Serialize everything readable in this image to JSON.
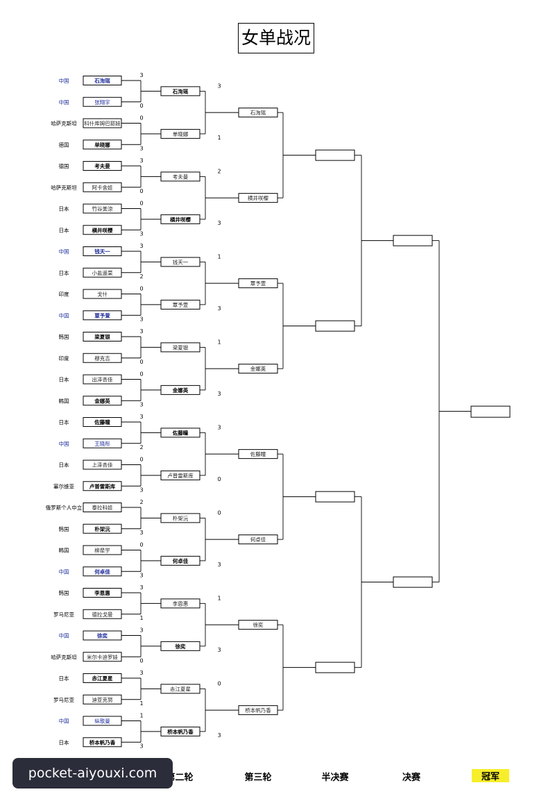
{
  "title": "女单战况",
  "colors": {
    "line": "#000000",
    "blue": "#1a2a9a",
    "champion_highlight": "#f7ee2b"
  },
  "round_labels": {
    "round2": "第二轮",
    "round3": "第三轮",
    "semifinal": "半决赛",
    "final": "决赛",
    "champion": "冠军"
  },
  "watermark": "pocket-aiyouxi.com",
  "round1": [
    {
      "country": "中国",
      "country_blue": true,
      "name": "石洵瑶",
      "style": "bold-blue",
      "score": "3"
    },
    {
      "country": "中国",
      "country_blue": true,
      "name": "张翔宇",
      "style": "blue",
      "score": "0"
    },
    {
      "country": "哈萨克斯坦",
      "country_blue": false,
      "name": "科什库姆巴耶娃",
      "style": "normal",
      "score": "0"
    },
    {
      "country": "德国",
      "country_blue": false,
      "name": "单晓娜",
      "style": "bold",
      "score": "3"
    },
    {
      "country": "德国",
      "country_blue": false,
      "name": "考夫曼",
      "style": "bold",
      "score": "3"
    },
    {
      "country": "哈萨克斯坦",
      "country_blue": false,
      "name": "阿卡舍娃",
      "style": "normal",
      "score": "0"
    },
    {
      "country": "日本",
      "country_blue": false,
      "name": "竹谷美涼",
      "style": "normal",
      "score": "0"
    },
    {
      "country": "日本",
      "country_blue": false,
      "name": "横井咲樱",
      "style": "bold",
      "score": "3"
    },
    {
      "country": "中国",
      "country_blue": true,
      "name": "钱天一",
      "style": "bold-blue",
      "score": "3"
    },
    {
      "country": "日本",
      "country_blue": false,
      "name": "小盐遥菜",
      "style": "normal",
      "score": "2"
    },
    {
      "country": "印度",
      "country_blue": false,
      "name": "戈什",
      "style": "normal",
      "score": "0"
    },
    {
      "country": "中国",
      "country_blue": true,
      "name": "覃予萱",
      "style": "bold-blue",
      "score": "3"
    },
    {
      "country": "韩国",
      "country_blue": false,
      "name": "梁夏银",
      "style": "bold",
      "score": "3"
    },
    {
      "country": "印度",
      "country_blue": false,
      "name": "穆克吉",
      "style": "normal",
      "score": "0"
    },
    {
      "country": "日本",
      "country_blue": false,
      "name": "出泽杏佳",
      "style": "normal",
      "score": "0"
    },
    {
      "country": "韩国",
      "country_blue": false,
      "name": "金娜英",
      "style": "bold",
      "score": "3"
    },
    {
      "country": "日本",
      "country_blue": false,
      "name": "佐藤瞳",
      "style": "bold",
      "score": "3"
    },
    {
      "country": "中国",
      "country_blue": true,
      "name": "王晓彤",
      "style": "blue",
      "score": "2"
    },
    {
      "country": "日本",
      "country_blue": false,
      "name": "上泽杏佳",
      "style": "normal",
      "score": "0"
    },
    {
      "country": "塞尔维亚",
      "country_blue": false,
      "name": "卢普雷斯库",
      "style": "bold",
      "score": "3"
    },
    {
      "country": "俄罗斯个人中立",
      "country_blue": false,
      "name": "泰拉科娃",
      "style": "normal",
      "score": "2"
    },
    {
      "country": "韩国",
      "country_blue": false,
      "name": "朴架沅",
      "style": "bold",
      "score": "3"
    },
    {
      "country": "韩国",
      "country_blue": false,
      "name": "柳是宇",
      "style": "normal",
      "score": "0"
    },
    {
      "country": "中国",
      "country_blue": true,
      "name": "何卓佳",
      "style": "bold-blue",
      "score": "3"
    },
    {
      "country": "韩国",
      "country_blue": false,
      "name": "李恩惠",
      "style": "bold",
      "score": "3"
    },
    {
      "country": "罗马尼亚",
      "country_blue": false,
      "name": "德拉戈曼",
      "style": "normal",
      "score": "1"
    },
    {
      "country": "中国",
      "country_blue": true,
      "name": "徐奕",
      "style": "bold-blue",
      "score": "3"
    },
    {
      "country": "哈萨克斯坦",
      "country_blue": false,
      "name": "米尔卡迪罗娃",
      "style": "normal",
      "score": "0"
    },
    {
      "country": "日本",
      "country_blue": false,
      "name": "赤江夏星",
      "style": "bold",
      "score": "3"
    },
    {
      "country": "罗马尼亚",
      "country_blue": false,
      "name": "迪亚克努",
      "style": "normal",
      "score": "1"
    },
    {
      "country": "中国",
      "country_blue": true,
      "name": "纵歌曼",
      "style": "blue",
      "score": "1"
    },
    {
      "country": "日本",
      "country_blue": false,
      "name": "桥本帆乃香",
      "style": "bold",
      "score": "3"
    }
  ],
  "round2": [
    {
      "name": "石洵瑶",
      "style": "bold",
      "score": "3"
    },
    {
      "name": "单晓娜",
      "style": "normal",
      "score": "1"
    },
    {
      "name": "考夫曼",
      "style": "normal",
      "score": "2"
    },
    {
      "name": "横井咲樱",
      "style": "bold",
      "score": "3"
    },
    {
      "name": "钱天一",
      "style": "normal",
      "score": "1"
    },
    {
      "name": "覃予萱",
      "style": "normal",
      "score": "3"
    },
    {
      "name": "梁夏银",
      "style": "normal",
      "score": "1"
    },
    {
      "name": "金娜英",
      "style": "bold",
      "score": "3"
    },
    {
      "name": "佐藤瞳",
      "style": "bold",
      "score": "3"
    },
    {
      "name": "卢普雷斯库",
      "style": "normal",
      "score": "0"
    },
    {
      "name": "朴架沅",
      "style": "normal",
      "score": "0"
    },
    {
      "name": "何卓佳",
      "style": "bold",
      "score": "3"
    },
    {
      "name": "李恩惠",
      "style": "normal",
      "score": "1"
    },
    {
      "name": "徐奕",
      "style": "bold",
      "score": "3"
    },
    {
      "name": "赤江夏星",
      "style": "normal",
      "score": "0"
    },
    {
      "name": "桥本帆乃香",
      "style": "bold",
      "score": "3"
    }
  ],
  "round3": [
    {
      "name": "石洵瑶",
      "style": "normal"
    },
    {
      "name": "横井咲樱",
      "style": "normal"
    },
    {
      "name": "覃予萱",
      "style": "normal"
    },
    {
      "name": "金娜英",
      "style": "normal"
    },
    {
      "name": "佐藤瞳",
      "style": "normal"
    },
    {
      "name": "何卓佳",
      "style": "normal"
    },
    {
      "name": "徐奕",
      "style": "normal"
    },
    {
      "name": "桥本帆乃香",
      "style": "normal"
    }
  ],
  "semifinal": [
    "",
    "",
    "",
    ""
  ],
  "final": [
    "",
    ""
  ],
  "champion": [
    ""
  ]
}
